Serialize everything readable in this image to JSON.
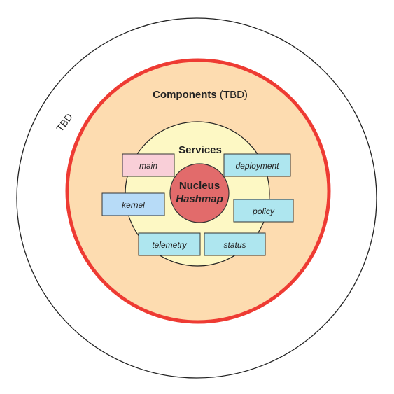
{
  "outer_ring": {
    "label": "TBD"
  },
  "components": {
    "title": "Components",
    "suffix": " (TBD)"
  },
  "services": {
    "title": "Services"
  },
  "nucleus": {
    "title": "Nucleus",
    "subtitle": "Hashmap"
  },
  "chips": {
    "main": "main",
    "deployment": "deployment",
    "kernel": "kernel",
    "policy": "policy",
    "telemetry": "telemetry",
    "status": "status"
  },
  "colors": {
    "outer_stroke": "#222222",
    "components_fill": "#fddcb0",
    "components_stroke": "#ee3b33",
    "services_fill": "#fdf8c4",
    "nucleus_fill": "#e26b6b",
    "chip_pink": "#f9cfd8",
    "chip_blue": "#b7dbf7",
    "chip_cyan": "#aee6ef"
  }
}
